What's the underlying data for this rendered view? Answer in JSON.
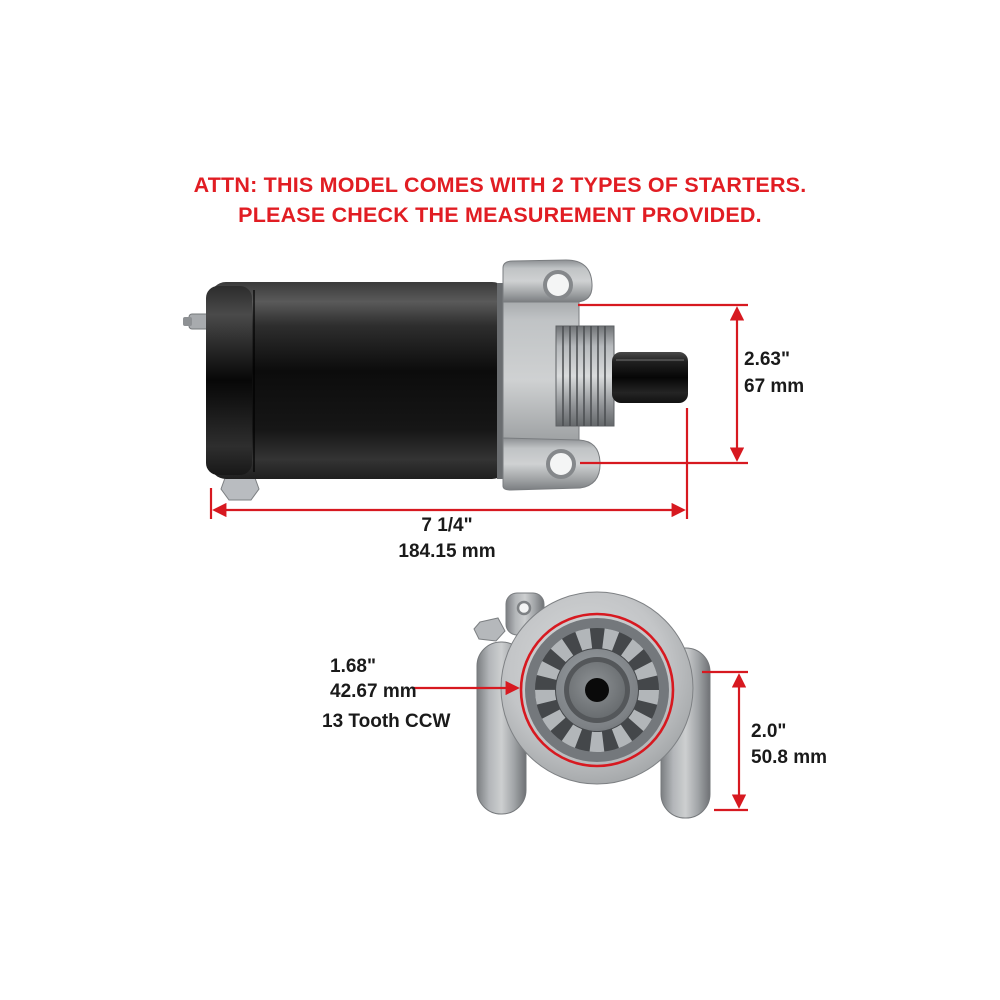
{
  "warning": {
    "line1": "ATTN: THIS MODEL COMES WITH 2 TYPES OF STARTERS.",
    "line2": "PLEASE CHECK THE MEASUREMENT PROVIDED."
  },
  "side_view": {
    "height": {
      "inches": "2.63\"",
      "mm": "67 mm"
    },
    "length": {
      "inches": "7 1/4\"",
      "mm": "184.15 mm"
    }
  },
  "end_view": {
    "gear": {
      "inches": "1.68\"",
      "mm": "42.67 mm",
      "teeth": "13 Tooth CCW"
    },
    "height": {
      "inches": "2.0\"",
      "mm": "50.8 mm"
    }
  },
  "colors": {
    "warning_red": "#e11d23",
    "dimension_red": "#d71920",
    "label_black": "#1a1a1a"
  }
}
